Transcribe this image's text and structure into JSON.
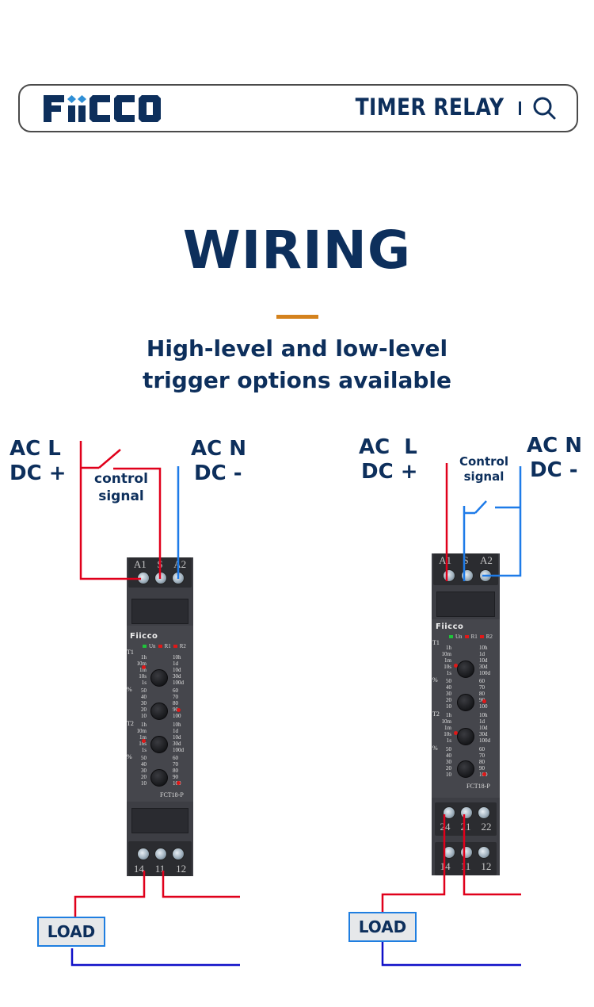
{
  "header": {
    "brand": "FIICCO",
    "title": "TIMER RELAY",
    "search_icon": "search-icon"
  },
  "section": {
    "title": "WIRING",
    "subtitle_line1": "High-level and low-level",
    "subtitle_line2": "trigger options available"
  },
  "colors": {
    "navy": "#0d2f5c",
    "accent": "#d4821d",
    "wire_live": "#e0001b",
    "wire_signal": "#1e7be8",
    "wire_neutral": "#1010c8",
    "relay_body": "#3d3e44"
  },
  "diagrams": [
    {
      "id": "high-level",
      "supply_positive": [
        "AC L",
        "DC +"
      ],
      "supply_negative": [
        "AC N",
        "DC -"
      ],
      "control_label": [
        "control",
        "signal"
      ],
      "top_terminals": [
        "A1",
        "S",
        "A2"
      ],
      "bottom_terminals": [
        "14",
        "11",
        "12"
      ],
      "load_label": "LOAD",
      "relay": {
        "brand": "Fiicco",
        "leds": [
          "Un",
          "R1",
          "R2"
        ],
        "t1_label": "T1",
        "t2_label": "T2",
        "pct_label": "%",
        "time_scale_left": [
          "1h",
          "10m",
          "1m",
          "10s",
          "1s"
        ],
        "time_scale_right": [
          "10h",
          "1d",
          "10d",
          "30d",
          "100d"
        ],
        "pct_scale_left": [
          "50",
          "40",
          "30",
          "20",
          "10"
        ],
        "pct_scale_right": [
          "60",
          "70",
          "80",
          "90",
          "100"
        ],
        "model": "FCT18-P"
      }
    },
    {
      "id": "low-level",
      "supply_positive": [
        "AC  L",
        "DC +"
      ],
      "supply_negative": [
        "AC N",
        "DC -"
      ],
      "control_label": [
        "Control",
        "signal"
      ],
      "top_terminals": [
        "A1",
        "S",
        "A2"
      ],
      "middle_terminals": [
        "24",
        "21",
        "22"
      ],
      "bottom_terminals": [
        "14",
        "11",
        "12"
      ],
      "load_label": "LOAD",
      "relay": {
        "brand": "Fiicco",
        "leds": [
          "Un",
          "R1",
          "R2"
        ],
        "t1_label": "T1",
        "t2_label": "T2",
        "pct_label": "%",
        "time_scale_left": [
          "1h",
          "10m",
          "1m",
          "10s",
          "1s"
        ],
        "time_scale_right": [
          "10h",
          "1d",
          "10d",
          "30d",
          "100d"
        ],
        "pct_scale_left": [
          "50",
          "40",
          "30",
          "20",
          "10"
        ],
        "pct_scale_right": [
          "60",
          "70",
          "80",
          "90",
          "100"
        ],
        "model": "FCT18-P"
      }
    }
  ]
}
